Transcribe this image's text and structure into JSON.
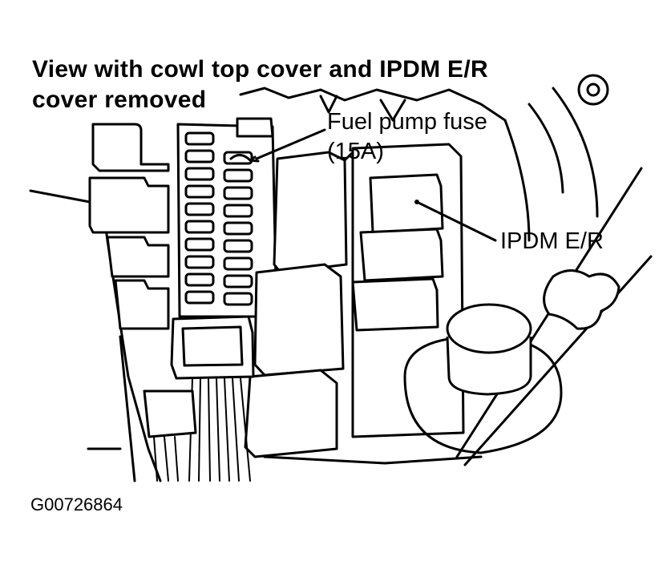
{
  "title": {
    "line1": "View with cowl top cover and IPDM E/R",
    "line2": "cover removed"
  },
  "callouts": {
    "fuel_pump_fuse": "Fuel pump fuse",
    "fuse_rating": "(15A)",
    "ipdm": "IPDM E/R"
  },
  "figure_id": "G00726864"
}
